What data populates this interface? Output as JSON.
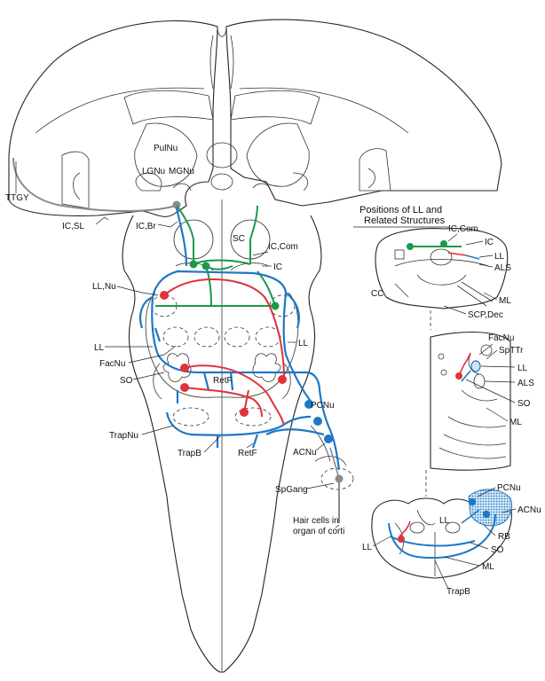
{
  "colors": {
    "blue_pathway": "#1f78c4",
    "red_pathway": "#e0323a",
    "green_pathway": "#1a9a4a",
    "gray_pathway": "#8a8a8a",
    "outline": "#222222"
  },
  "labels": {
    "PulNu": "PulNu",
    "LGNu": "LGNu",
    "MGNu": "MGNu",
    "TTGY": "TTGY",
    "IC_SL": "IC,SL",
    "IC_Br": "IC,Br",
    "SC": "SC",
    "IC_Com": "IC,Com",
    "IC": "IC",
    "LL_Nu": "LL,Nu",
    "LL_left": "LL",
    "LL_right": "LL",
    "FacNu": "FacNu",
    "SO": "SO",
    "RetF_center": "RetF",
    "RetF_bottom": "RetF",
    "PCNu": "PCNu",
    "ACNu": "ACNu",
    "TrapNu": "TrapNu",
    "TrapB": "TrapB",
    "SpGang": "SpGang",
    "HairCells1": "Hair cells in",
    "HairCells2": "organ of corti"
  },
  "inset": {
    "title_line1": "Positions of LL and",
    "title_line2": "Related Structures",
    "top": {
      "IC_Com": "IC,Com",
      "IC": "IC",
      "LL": "LL",
      "ALS": "ALS",
      "CC": "CC",
      "ML": "ML",
      "SCP_Dec": "SCP,Dec"
    },
    "middle": {
      "FacNu": "FacNu",
      "SpTTr": "SpTTr",
      "LL": "LL",
      "ALS": "ALS",
      "SO": "SO",
      "ML": "ML"
    },
    "bottom": {
      "PCNu": "PCNu",
      "ACNu": "ACNu",
      "LL_center": "LL",
      "LL_left": "LL",
      "RB": "RB",
      "SO": "SO",
      "ML": "ML",
      "TrapB": "TrapB"
    }
  }
}
